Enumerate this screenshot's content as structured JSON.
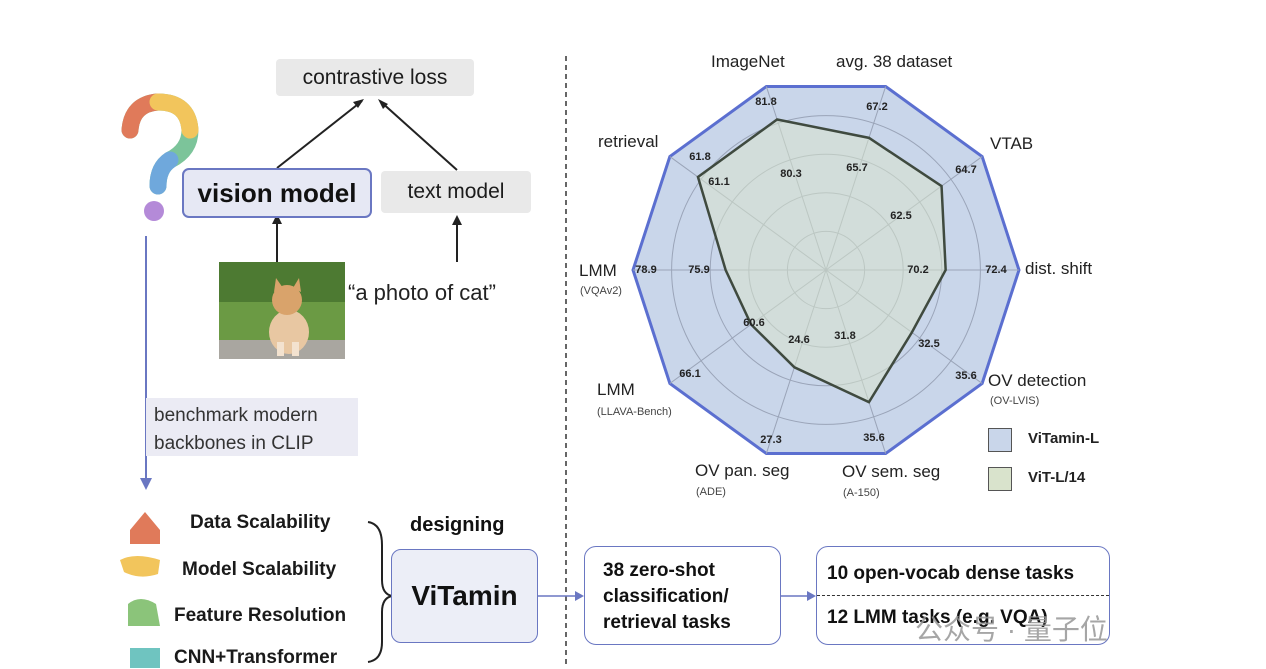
{
  "left_panel": {
    "contrastive_loss": "contrastive loss",
    "vision_model": "vision model",
    "text_model": "text model",
    "caption": "“a photo of cat”",
    "benchmark": "benchmark modern backbones in CLIP"
  },
  "features": [
    {
      "label": "Data Scalability",
      "color": "#e07a5a"
    },
    {
      "label": "Model Scalability",
      "color": "#f2c55c"
    },
    {
      "label": "Feature Resolution",
      "color": "#8bc47a"
    },
    {
      "label": "CNN+Transformer",
      "color": "#6fc4c0"
    }
  ],
  "designing": "designing",
  "vitamin": "ViTamin",
  "tasks": {
    "zero_shot": "38 zero-shot classification/ retrieval tasks",
    "dense": "10 open-vocab dense tasks",
    "lmm": "12 LMM tasks (e.g. VQA)"
  },
  "chart_data": {
    "type": "radar",
    "axes": [
      {
        "label": "ImageNet",
        "sub": ""
      },
      {
        "label": "avg. 38 dataset",
        "sub": ""
      },
      {
        "label": "VTAB",
        "sub": ""
      },
      {
        "label": "dist. shift",
        "sub": ""
      },
      {
        "label": "OV detection",
        "sub": "(OV-LVIS)"
      },
      {
        "label": "OV sem. seg",
        "sub": "(A-150)"
      },
      {
        "label": "OV pan. seg",
        "sub": "(ADE)"
      },
      {
        "label": "LMM",
        "sub": "(LLAVA-Bench)"
      },
      {
        "label": "LMM",
        "sub": "(VQAv2)"
      },
      {
        "label": "retrieval",
        "sub": ""
      }
    ],
    "series": [
      {
        "name": "ViTamin-L",
        "color": "#c9d6ea",
        "stroke": "#5b6fd0",
        "values": [
          81.8,
          67.2,
          64.7,
          72.4,
          35.6,
          35.6,
          27.3,
          66.1,
          78.9,
          61.8
        ]
      },
      {
        "name": "ViT-L/14",
        "color": "#d9e3cc",
        "stroke": "#3f4a3f",
        "values": [
          80.3,
          65.7,
          62.5,
          70.2,
          32.5,
          31.8,
          24.6,
          60.6,
          75.9,
          61.1
        ]
      }
    ]
  },
  "watermark": "公众号 · 量子位"
}
